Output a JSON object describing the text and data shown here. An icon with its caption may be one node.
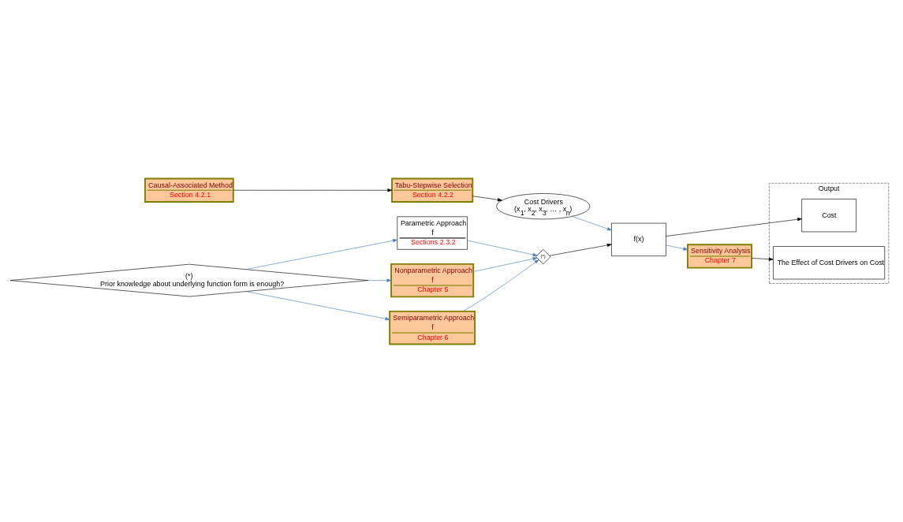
{
  "diagram": {
    "nodes": [
      {
        "text": [
          "Causal-Associated Method",
          "Section 4.2.1"
        ]
      },
      {
        "text": [
          "Tabu-Stepwise Selection",
          "Section 4.2.2"
        ]
      },
      {
        "text": [
          "Cost Drivers",
          "(x$_{1}$, x$_{2}$, x$_{3}$, … , x$_{n}$)"
        ]
      },
      {
        "text": [
          "(*)",
          "Prior knowledge about underlying function form is enough?"
        ]
      },
      {
        "text": [
          "Parametric Approach",
          "f",
          "Sections 2.3.2"
        ]
      },
      {
        "text": [
          "Nonparametric Approach",
          "f",
          "Chapter 5"
        ]
      },
      {
        "text": [
          "Semiparametric Approach",
          "f",
          "Chapter 6"
        ]
      },
      {
        "text": [
          "(*)"
        ]
      },
      {
        "text": [
          "f(x)"
        ]
      },
      {
        "text": [
          "Output"
        ]
      },
      {
        "text": [
          "Cost"
        ],
        "in": 9
      },
      {
        "text": [
          "Sensitivity Analysis",
          "Chapter 7"
        ]
      },
      {
        "text": [
          "The Effect of Cost Drivers on Cost"
        ],
        "in": 9
      }
    ],
    "edges": [
      {
        "from": 0,
        "to": 1,
        "arrow": "to",
        "color": "#000000"
      },
      {
        "from": 1,
        "to": 2,
        "arrow": "to",
        "color": "#000000"
      },
      {
        "from": 2,
        "to": 8,
        "arrow": "to"
      },
      {
        "from": 3,
        "to": 4,
        "arrow": "to"
      },
      {
        "from": 3,
        "to": 5,
        "arrow": "to"
      },
      {
        "from": 3,
        "to": 6,
        "arrow": "to"
      },
      {
        "from": 4,
        "to": 7,
        "arrow": "to"
      },
      {
        "from": 5,
        "to": 7,
        "arrow": "to"
      },
      {
        "from": 6,
        "to": 7,
        "arrow": "to"
      },
      {
        "from": 7,
        "to": 8,
        "arrow": "to",
        "color": "#000000"
      },
      {
        "from": 8,
        "to": 10,
        "arrow": "to",
        "color": "#000000"
      },
      {
        "from": 8,
        "to": 11,
        "arrow": "to"
      },
      {
        "from": 11,
        "to": 12,
        "arrow": "to",
        "color": "#000000"
      }
    ]
  }
}
